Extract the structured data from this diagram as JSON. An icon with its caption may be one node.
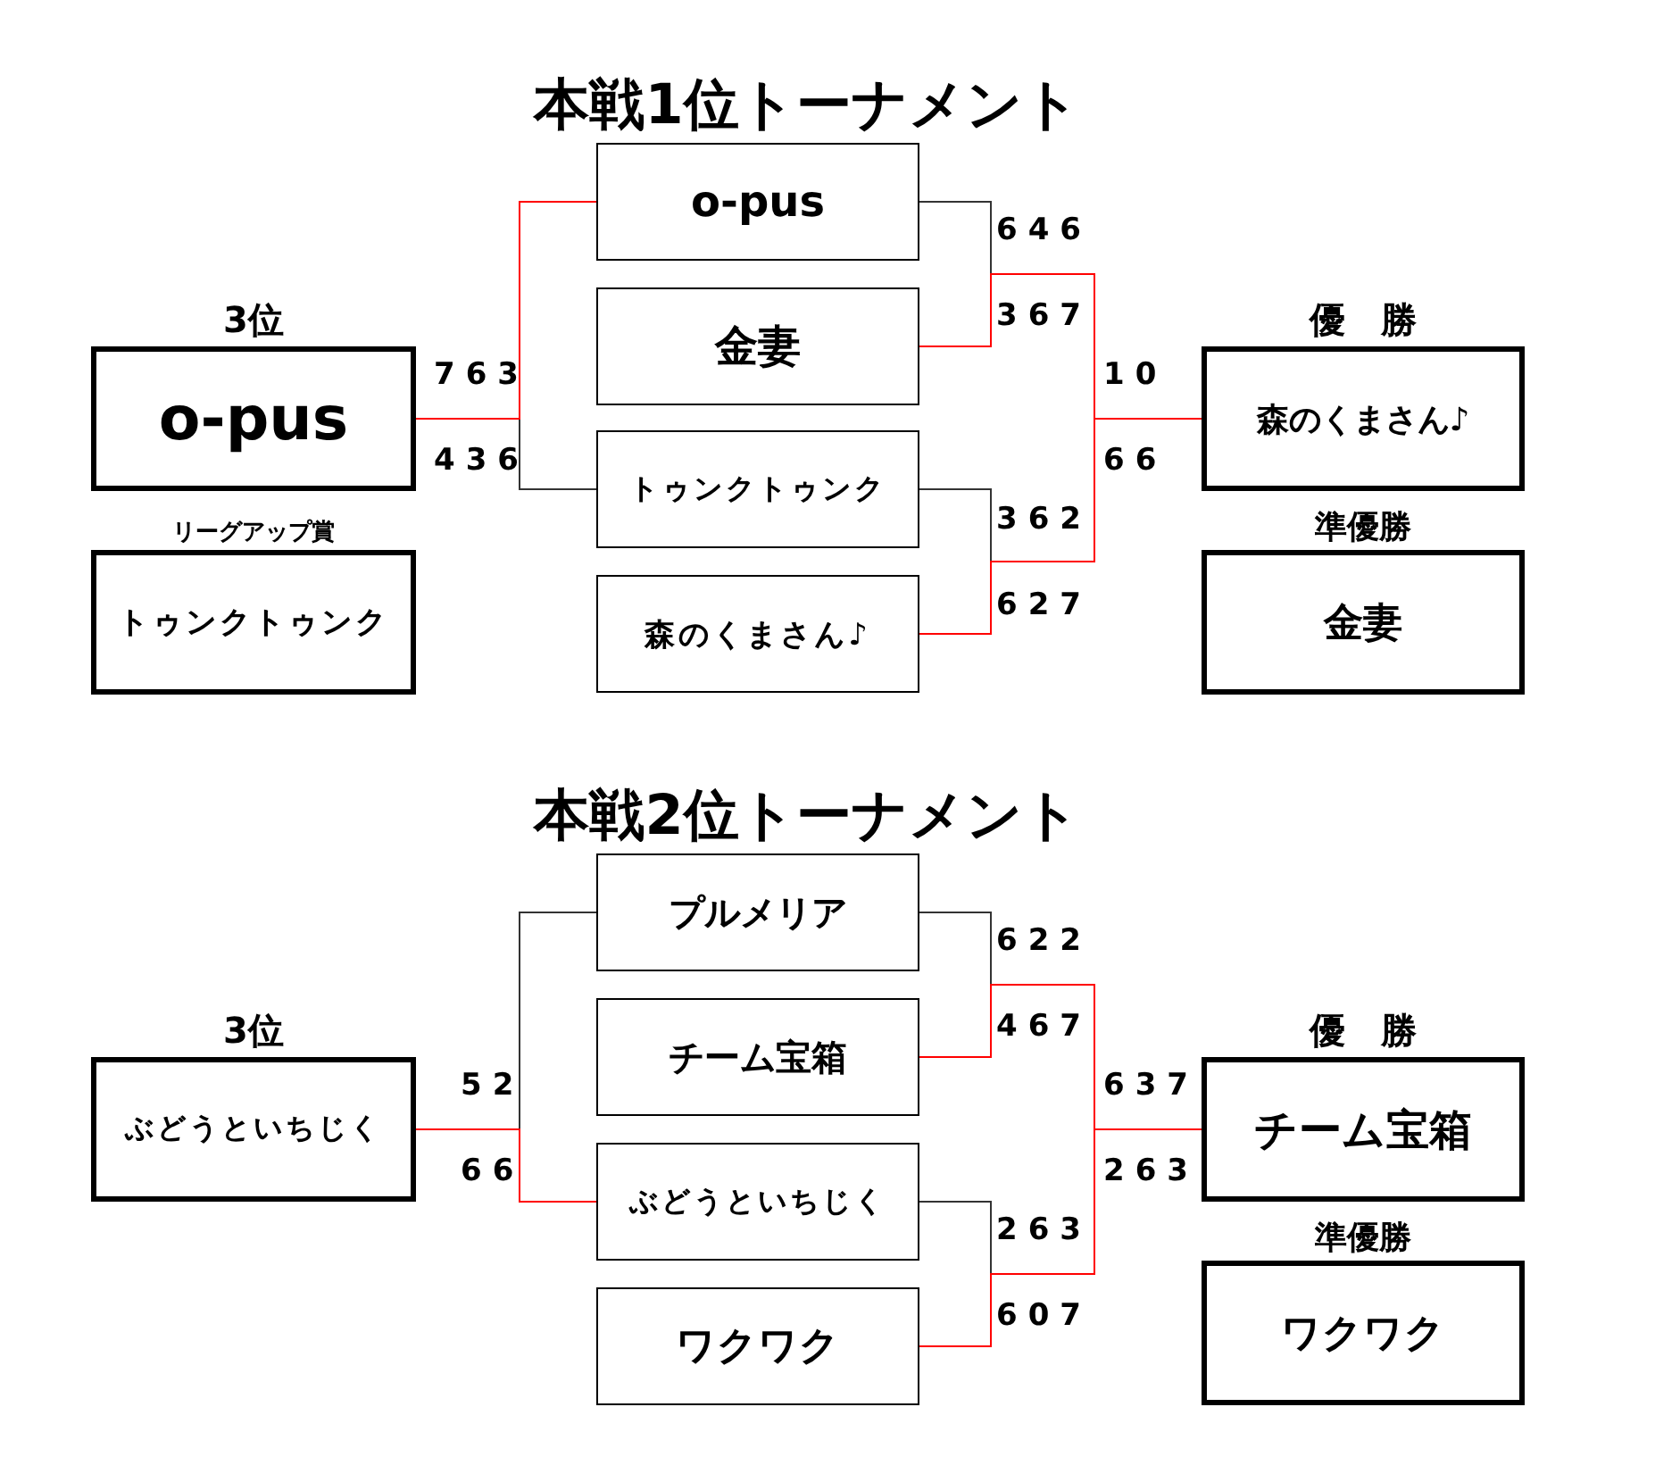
{
  "diagram": {
    "title": "本戦1位トーナメント",
    "nodes": [
      {
        "text": [
          "o-pus"
        ]
      },
      {
        "text": [
          "金妻"
        ]
      },
      {
        "text": [
          "トゥンクトゥンク"
        ]
      },
      {
        "text": [
          "森のくまさん♪"
        ]
      },
      {
        "text": [
          "3位",
          "o-pus"
        ]
      },
      {
        "text": [
          "リーグアップ賞",
          "トゥンクトゥンク"
        ]
      },
      {
        "text": [
          "優　勝",
          "森のくまさん♪"
        ]
      },
      {
        "text": [
          "準優勝",
          "金妻"
        ]
      },
      {
        "text": [
          "プルメリア"
        ]
      },
      {
        "text": [
          "チーム宝箱"
        ]
      },
      {
        "text": [
          "ぶどうといちじく"
        ]
      },
      {
        "text": [
          "ワクワク"
        ]
      },
      {
        "text": [
          "3位",
          "ぶどうといちじく"
        ]
      },
      {
        "text": [
          "優　勝",
          "チーム宝箱"
        ]
      },
      {
        "text": [
          "準優勝",
          "ワクワク"
        ]
      }
    ],
    "edges": [
      {
        "from": 0,
        "to": 4,
        "arrow": "none",
        "color": "#ff0000"
      },
      {
        "from": 2,
        "to": 4,
        "arrow": "none",
        "color": "#333333"
      },
      {
        "from": 0,
        "to": 6,
        "arrow": "none",
        "color": "#333333"
      },
      {
        "from": 1,
        "to": 6,
        "arrow": "none",
        "color": "#ff0000"
      },
      {
        "from": 2,
        "to": 6,
        "arrow": "none",
        "color": "#333333"
      },
      {
        "from": 3,
        "to": 6,
        "arrow": "none",
        "color": "#ff0000"
      },
      {
        "from": 8,
        "to": 12,
        "arrow": "none",
        "color": "#333333"
      },
      {
        "from": 10,
        "to": 12,
        "arrow": "none",
        "color": "#ff0000"
      },
      {
        "from": 8,
        "to": 13,
        "arrow": "none",
        "color": "#333333"
      },
      {
        "from": 9,
        "to": 13,
        "arrow": "none",
        "color": "#ff0000"
      },
      {
        "from": 10,
        "to": 13,
        "arrow": "none",
        "color": "#333333"
      },
      {
        "from": 11,
        "to": 13,
        "arrow": "none",
        "color": "#ff0000"
      }
    ],
    "labels": [
      "本戦2位トーナメント",
      "763",
      "436",
      "646",
      "367",
      "362",
      "627",
      "10",
      "66",
      "52",
      "66",
      "622",
      "467",
      "263",
      "607",
      "637",
      "263"
    ]
  }
}
